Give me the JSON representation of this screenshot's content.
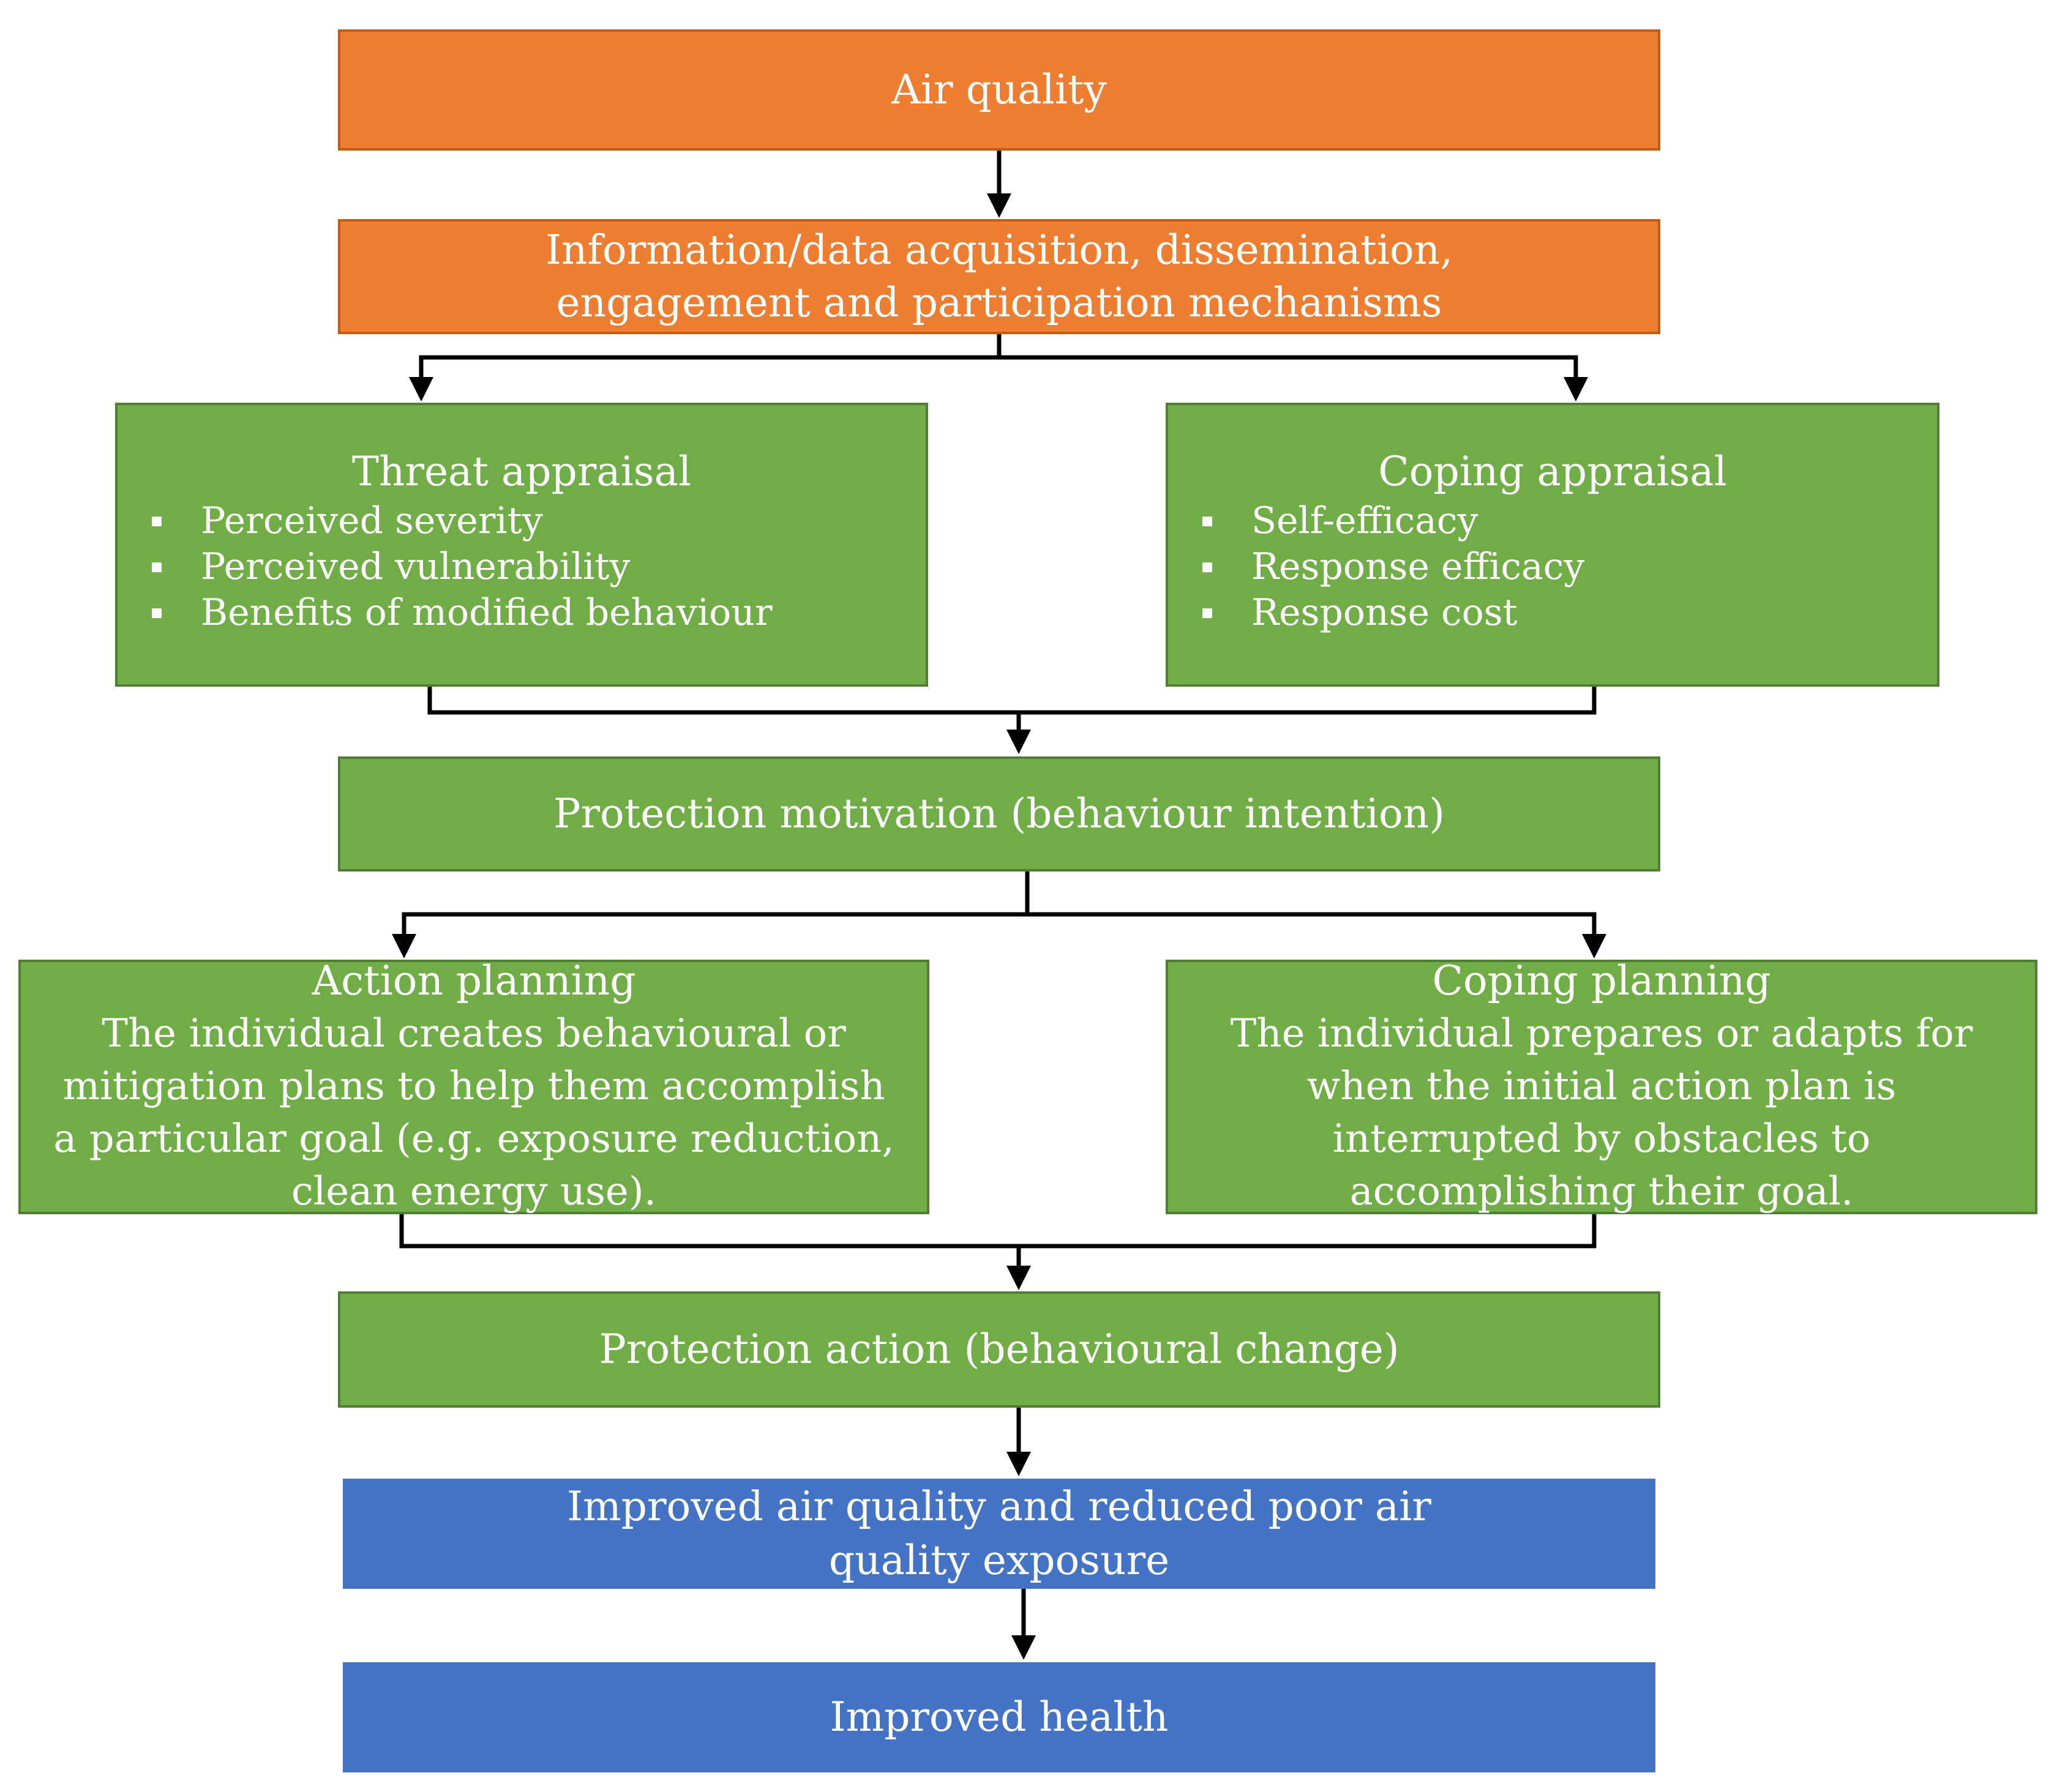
{
  "nodes": {
    "air_quality": "Air quality",
    "information": "Information/data acquisition, dissemination, engagement and participation mechanisms",
    "threat": {
      "title": "Threat appraisal",
      "items": [
        "Perceived severity",
        "Perceived vulnerability",
        "Benefits of modified behaviour"
      ]
    },
    "coping": {
      "title": "Coping appraisal",
      "items": [
        "Self-efficacy",
        "Response efficacy",
        "Response cost"
      ]
    },
    "motivation": "Protection motivation (behaviour intention)",
    "action_planning": {
      "title": "Action planning",
      "description": "The individual creates behavioural or mitigation plans to help them accomplish a particular goal (e.g. exposure reduction, clean energy use)."
    },
    "coping_planning": {
      "title": "Coping planning",
      "description": "The individual prepares or adapts for when the initial action plan is interrupted by obstacles to accomplishing their goal."
    },
    "action": "Protection action (behavioural change)",
    "improved_air": "Improved air quality and reduced poor air quality exposure",
    "improved_health": "Improved health"
  },
  "colors": {
    "orange": "#ED7D31",
    "green": "#70AD47",
    "blue": "#4472C4",
    "connector": "#000000"
  }
}
